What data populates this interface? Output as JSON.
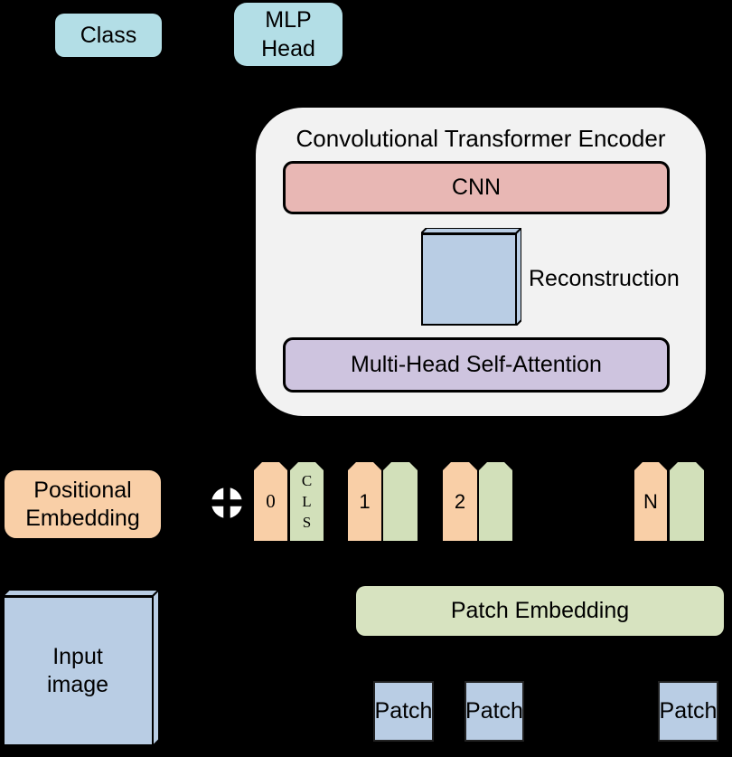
{
  "colors": {
    "background": "#000000",
    "node_blue": "#b3dee6",
    "container_gray": "#f2f2f2",
    "cnn_pink": "#e8b7b4",
    "mhsa_purple": "#cec4df",
    "embedding_orange": "#f9cfa7",
    "token_green": "#d2e0ba",
    "patch_embedding_green": "#d7e3c0",
    "image_blue": "#b9cde4"
  },
  "nodes": {
    "class": {
      "label": "Class"
    },
    "mlp_head": {
      "lines": [
        "MLP",
        "Head"
      ]
    },
    "encoder": {
      "title": "Convolutional Transformer Encoder",
      "cnn_label": "CNN",
      "reconstruction_label": "Reconstruction",
      "mhsa_label": "Multi-Head Self-Attention"
    },
    "positional_embedding": {
      "lines": [
        "Positional",
        "Embedding"
      ]
    },
    "plus_symbol": "+",
    "patch_embedding": {
      "label": "Patch Embedding"
    },
    "input_image": {
      "lines": [
        "Input",
        "image"
      ]
    }
  },
  "tokens": [
    {
      "index": "0",
      "cls_lines": [
        "C",
        "L",
        "S"
      ]
    },
    {
      "index": "1"
    },
    {
      "index": "2"
    },
    {
      "index": "N"
    }
  ],
  "patches": [
    "Patch",
    "Patch",
    "Patch"
  ]
}
